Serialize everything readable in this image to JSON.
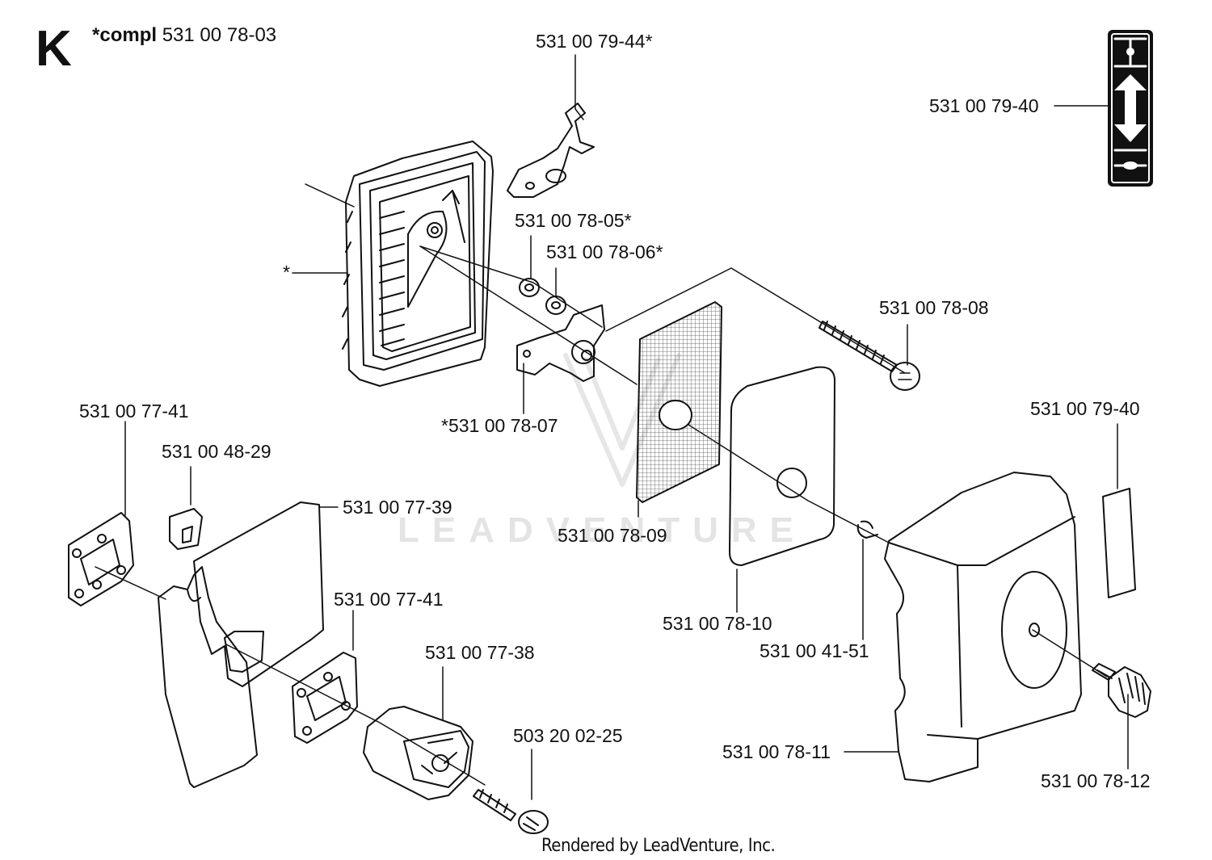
{
  "section_letter": "K",
  "title": {
    "compl_label": "*compl",
    "part_no": "531 00 78-03"
  },
  "labels": {
    "p_79_44": "531 00 79-44*",
    "p_79_40_top": "531 00 79-40",
    "p_star": "*",
    "p_78_05": "531 00 78-05*",
    "p_78_06": "531 00 78-06*",
    "p_78_08": "531 00 78-08",
    "p_78_07": "*531 00 78-07",
    "p_77_41_a": "531 00 77-41",
    "p_79_40_b": "531 00 79-40",
    "p_48_29": "531 00 48-29",
    "p_77_39": "531 00 77-39",
    "p_78_09": "531 00 78-09",
    "p_77_41_b": "531 00 77-41",
    "p_78_10": "531 00 78-10",
    "p_77_38": "531 00 77-38",
    "p_41_51": "531 00 41-51",
    "p_02_25": "503 20 02-25",
    "p_78_11": "531 00 78-11",
    "p_78_12": "531 00 78-12"
  },
  "watermark": "LEADVENTURE",
  "footer": "Rendered by LeadVenture, Inc."
}
